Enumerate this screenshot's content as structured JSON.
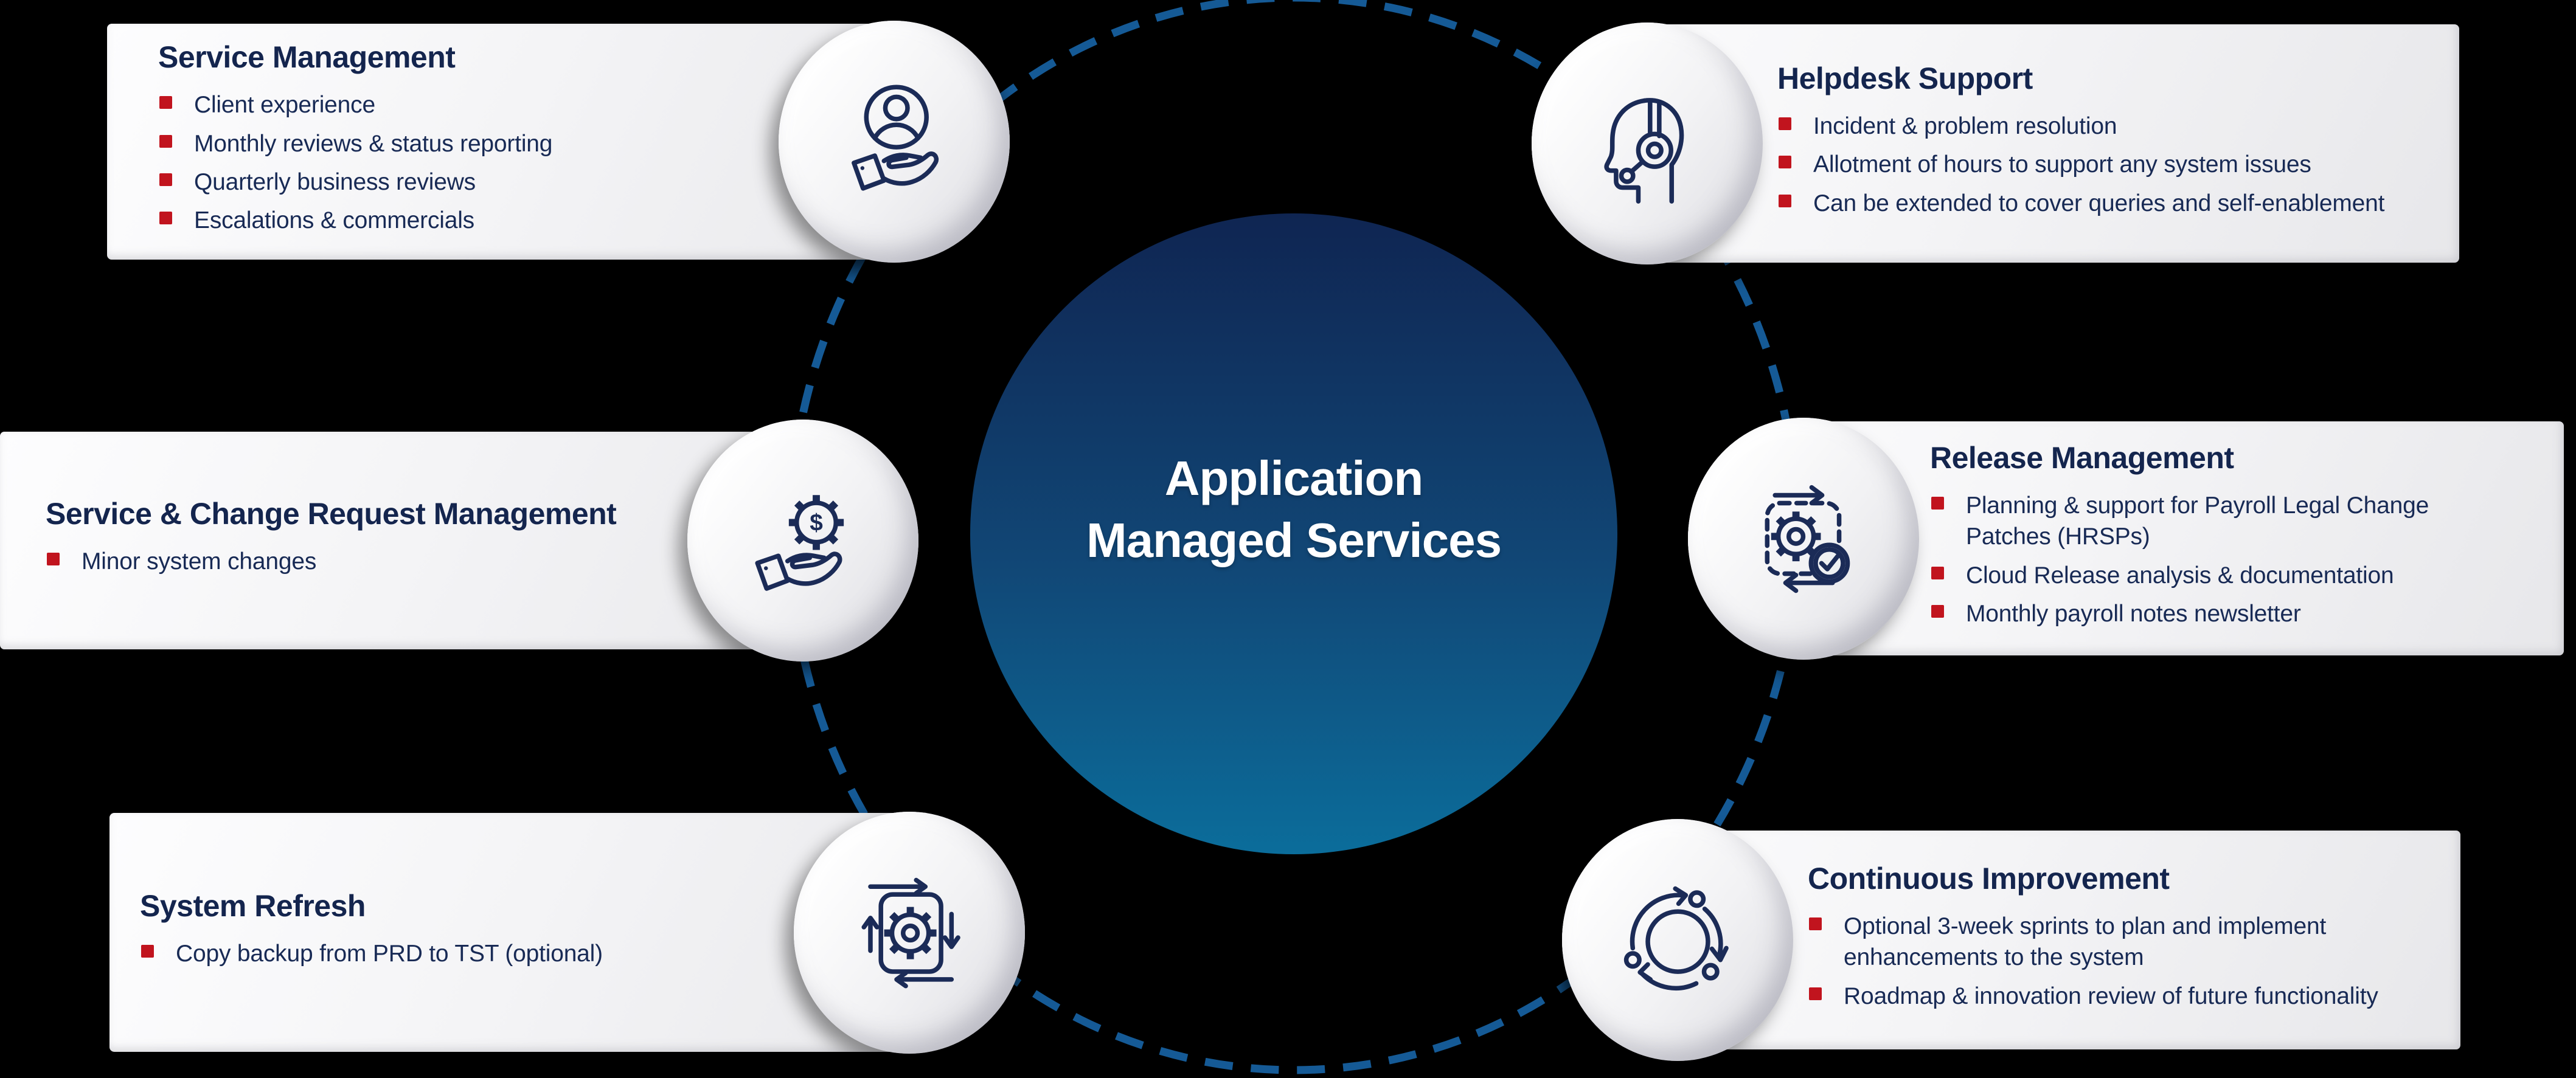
{
  "center": {
    "line1": "Application",
    "line2": "Managed Services"
  },
  "services": [
    {
      "id": "service-management",
      "title": "Service Management",
      "icon": "user-on-hand-icon",
      "bullets": [
        "Client experience",
        "Monthly reviews & status reporting",
        "Quarterly business reviews",
        "Escalations & commercials"
      ]
    },
    {
      "id": "helpdesk-support",
      "title": "Helpdesk Support",
      "icon": "headset-person-icon",
      "bullets": [
        "Incident & problem resolution",
        "Allotment of hours to support any system issues",
        "Can be extended to cover queries and self-enablement"
      ]
    },
    {
      "id": "service-change-request-management",
      "title": "Service & Change Request Management",
      "icon": "gear-dollar-hand-icon",
      "bullets": [
        "Minor system changes"
      ]
    },
    {
      "id": "release-management",
      "title": "Release Management",
      "icon": "release-cycle-gear-check-icon",
      "bullets": [
        "Planning & support for Payroll Legal Change Patches (HRSPs)",
        "Cloud Release analysis & documentation",
        "Monthly payroll notes newsletter"
      ]
    },
    {
      "id": "system-refresh",
      "title": "System Refresh",
      "icon": "refresh-loop-gear-icon",
      "bullets": [
        "Copy backup from PRD to TST (optional)"
      ]
    },
    {
      "id": "continuous-improvement",
      "title": "Continuous Improvement",
      "icon": "circular-arrows-icon",
      "bullets": [
        "Optional 3-week sprints to plan and implement enhancements to the system",
        "Roadmap & innovation review of future functionality"
      ]
    }
  ],
  "colors": {
    "background": "#000000",
    "panel_light": "#fdfdfe",
    "panel_dark": "#e7e7ea",
    "accent_red": "#c1141e",
    "title_navy": "#14254e",
    "body_navy": "#182a55",
    "icon_stroke": "#1b2b57",
    "dash_blue": "#155a96",
    "center_gradient_top": "#0f2552",
    "center_gradient_bottom": "#0b6d9b",
    "center_text": "#ffffff"
  }
}
